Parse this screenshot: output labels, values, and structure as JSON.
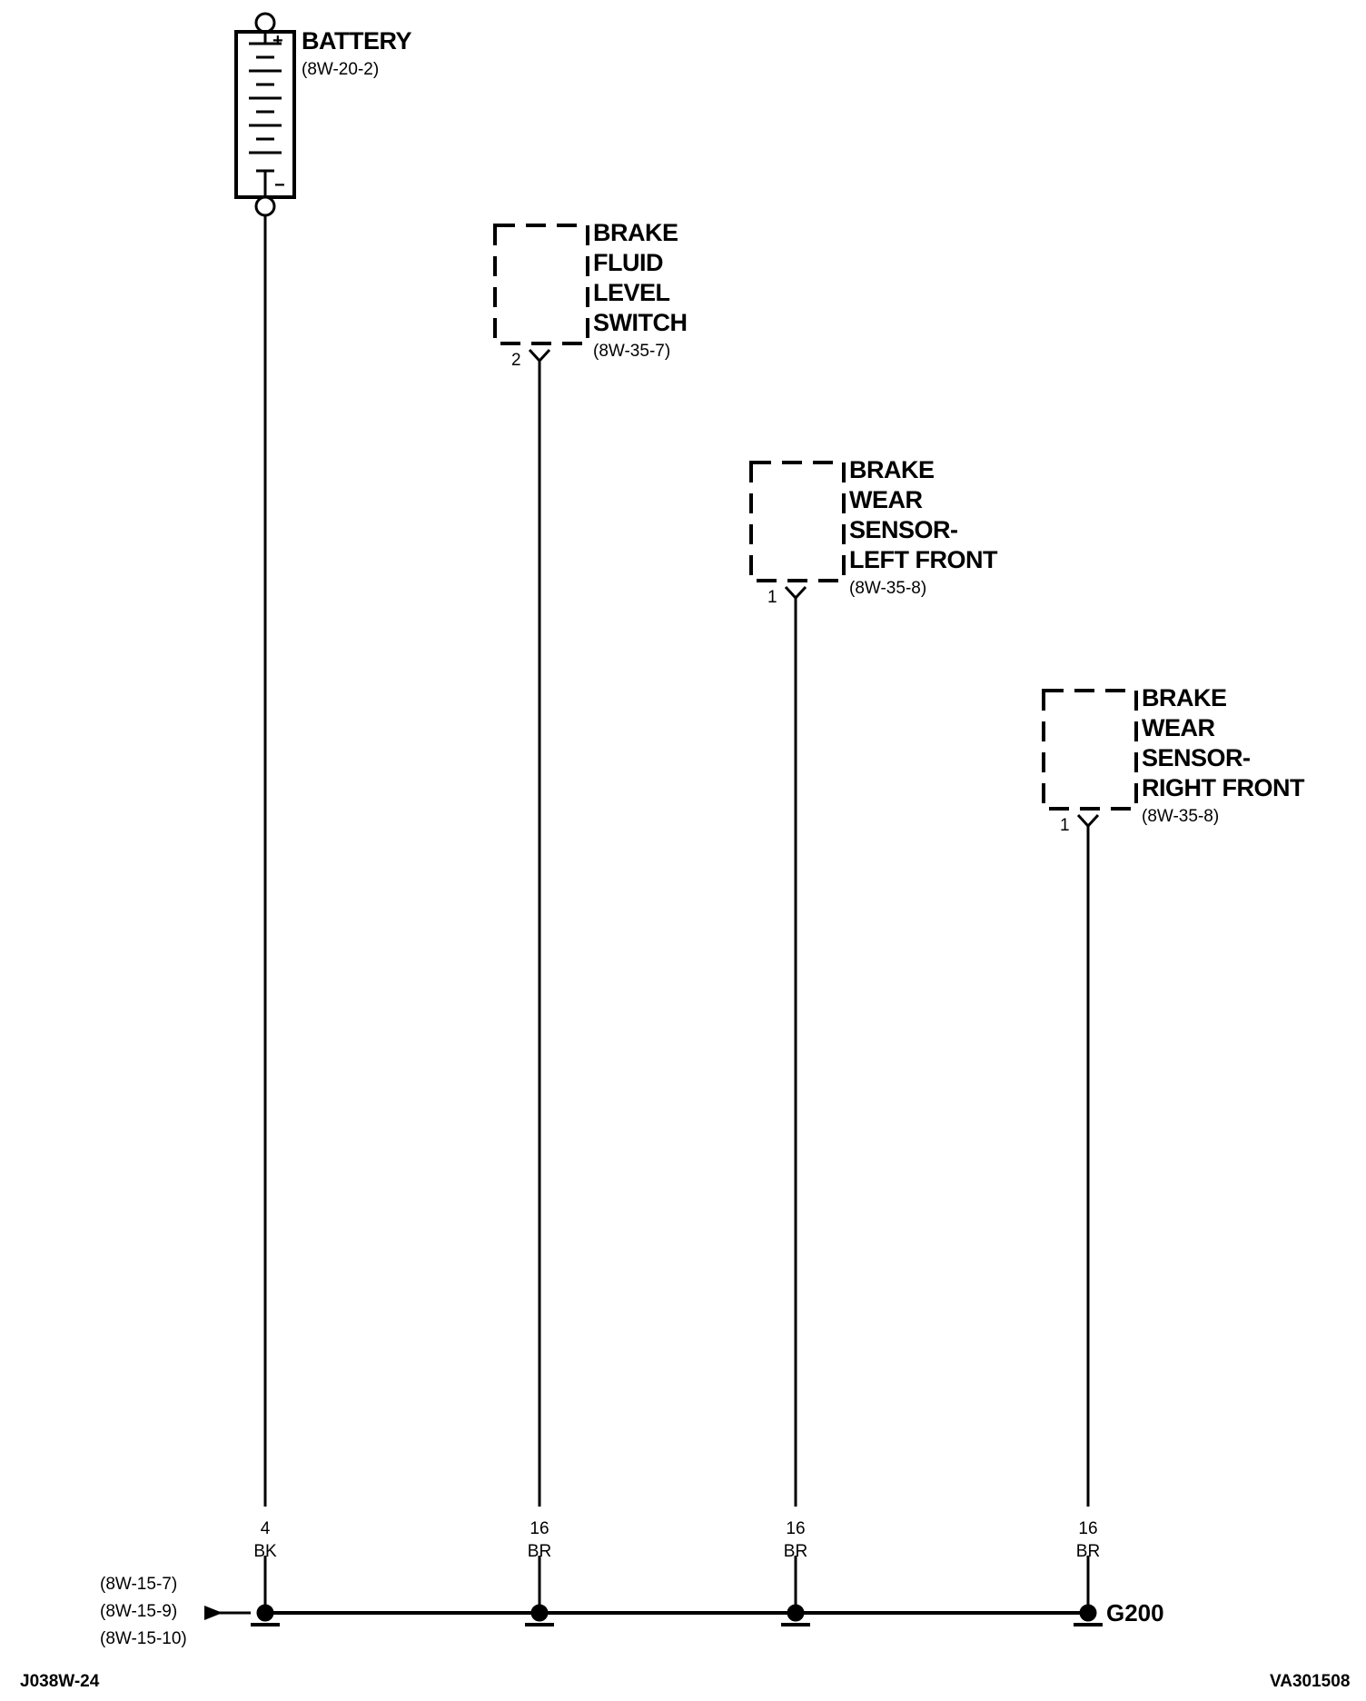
{
  "components": {
    "battery": {
      "name": "BATTERY",
      "ref": "(8W-20-2)",
      "plus": "+",
      "minus": "−"
    },
    "fluid_switch": {
      "name_lines": [
        "BRAKE",
        "FLUID",
        "LEVEL",
        "SWITCH"
      ],
      "ref": "(8W-35-7)",
      "pin": "2"
    },
    "wear_left": {
      "name_lines": [
        "BRAKE",
        "WEAR",
        "SENSOR-",
        "LEFT FRONT"
      ],
      "ref": "(8W-35-8)",
      "pin": "1"
    },
    "wear_right": {
      "name_lines": [
        "BRAKE",
        "WEAR",
        "SENSOR-",
        "RIGHT FRONT"
      ],
      "ref": "(8W-35-8)",
      "pin": "1"
    }
  },
  "wires": [
    {
      "gauge": "4",
      "color": "BK"
    },
    {
      "gauge": "16",
      "color": "BR"
    },
    {
      "gauge": "16",
      "color": "BR"
    },
    {
      "gauge": "16",
      "color": "BR"
    }
  ],
  "ground": {
    "name": "G200",
    "refs": [
      "(8W-15-7)",
      "(8W-15-9)",
      "(8W-15-10)"
    ]
  },
  "footer": {
    "left": "J038W-24",
    "right": "VA301508"
  }
}
